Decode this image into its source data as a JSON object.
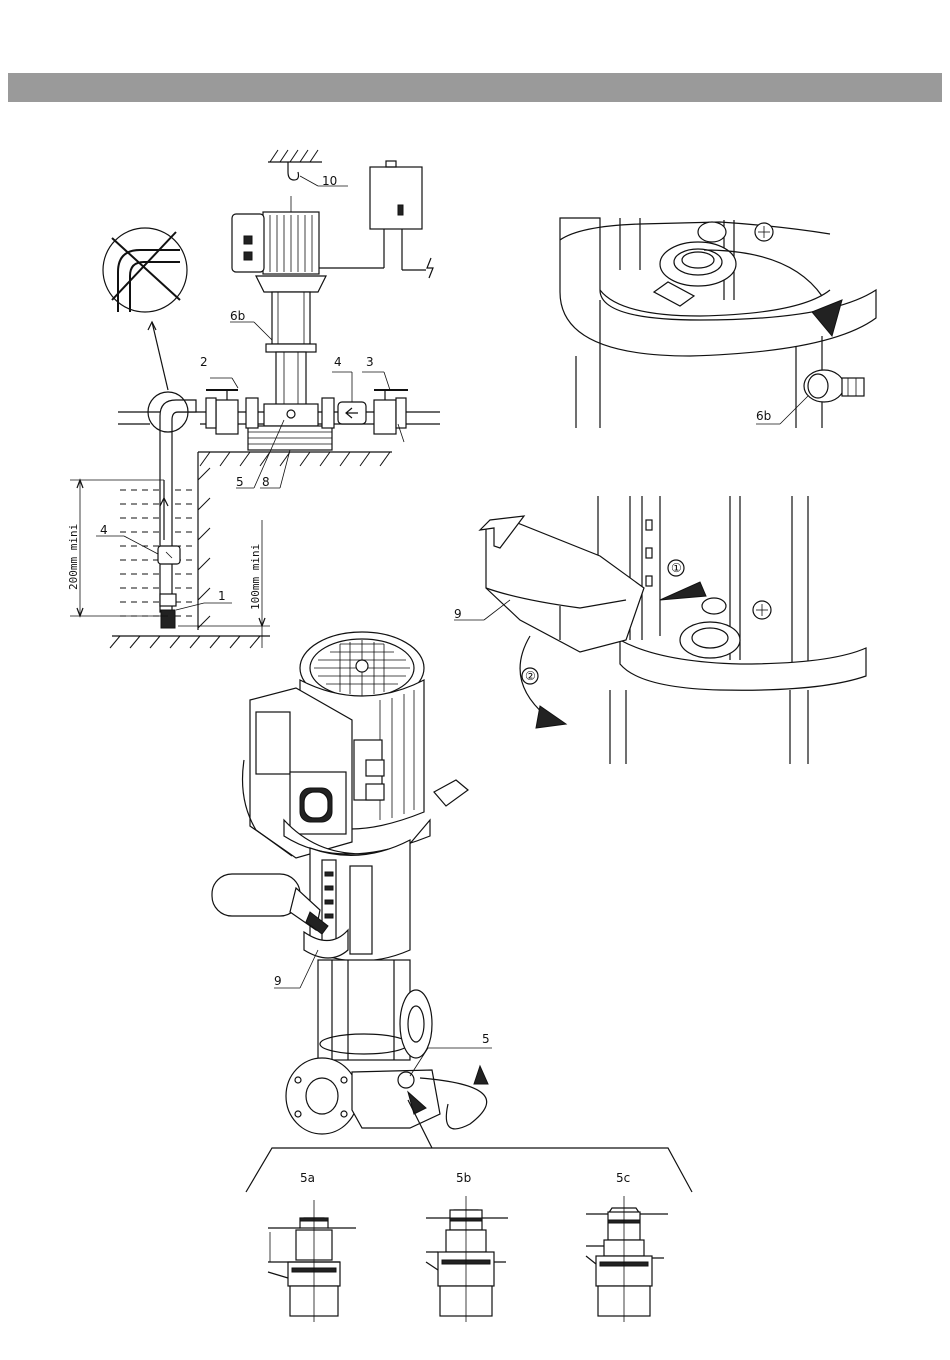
{
  "labels": {
    "hook": "10",
    "pipe_section": "6b",
    "valve_left": "2",
    "check_valve": "4",
    "valve_right": "3",
    "plug": "5",
    "base": "8",
    "foot_valve": "1",
    "check_valve_suction": "4",
    "depth_a": "200mm mini",
    "depth_b": "100mm mini",
    "plug_right": "6b",
    "cover": "9",
    "step1": "①",
    "step2": "②",
    "cover_pump": "9",
    "plug_pump": "5",
    "detail_a": "5a",
    "detail_b": "5b",
    "detail_c": "5c"
  }
}
